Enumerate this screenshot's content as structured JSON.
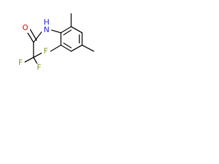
{
  "colors": {
    "bond": "#000000",
    "oxygen": "#d40000",
    "nitrogen": "#2020d0",
    "fluorine": "#7a9a1e",
    "background": "#ffffff"
  },
  "atoms": {
    "oxygen": "O",
    "nitrogen": "N",
    "hydrogen": "H",
    "fluorine_1": "F",
    "fluorine_2": "F",
    "fluorine_3": "F"
  }
}
